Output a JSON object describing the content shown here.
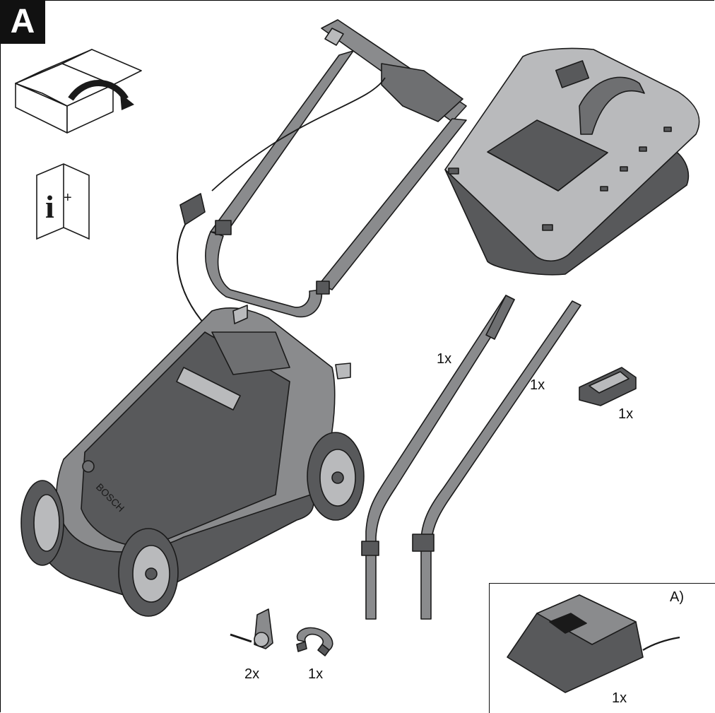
{
  "figure": {
    "badge": "A",
    "info_glyph": "i",
    "info_plus": "+",
    "labels": {
      "handle_lower_left_qty": "1x",
      "handle_lower_right_qty": "1x",
      "cable_clip_qty": "1x",
      "knob_qty": "2x",
      "clip_ring_qty": "1x",
      "charger_qty": "1x",
      "charger_optional": "A)"
    },
    "colors": {
      "dark": "#58595b",
      "mid": "#8a8b8d",
      "light": "#b9babc",
      "outline": "#1a1a1a"
    }
  }
}
